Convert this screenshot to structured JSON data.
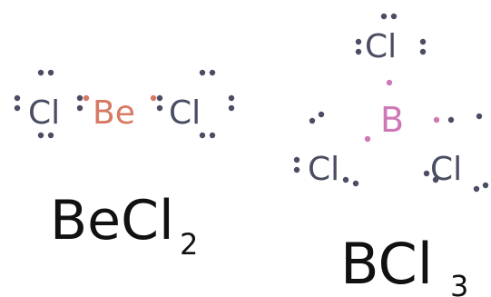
{
  "colors": {
    "chlorine": "#4a4d63",
    "beryllium": "#d87a63",
    "boron": "#cf78b6",
    "formula": "#111111",
    "background": "#ffffff"
  },
  "becl2": {
    "left_atom": "Cl",
    "center_atom": "Be",
    "right_atom": "Cl",
    "formula": {
      "main": "BeCl",
      "subscript": "2"
    }
  },
  "bcl3": {
    "top_atom": "Cl",
    "center_atom": "B",
    "left_atom": "Cl",
    "right_atom": "Cl",
    "formula": {
      "main": "BCl",
      "subscript": "3"
    }
  }
}
